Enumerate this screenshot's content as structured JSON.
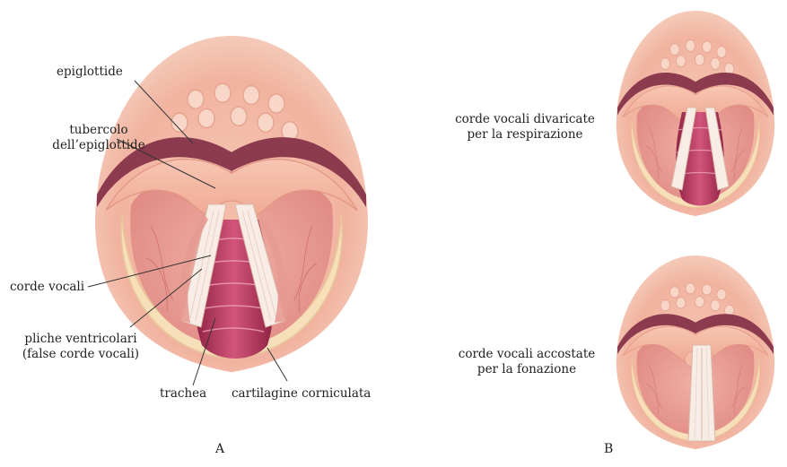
{
  "panel_a": {
    "letter": "A",
    "labels": {
      "epiglottide": "epiglottide",
      "tubercolo_line1": "tubercolo",
      "tubercolo_line2": "dell’epiglottide",
      "corde_vocali": "corde vocali",
      "pliche_line1": "pliche ventricolari",
      "pliche_line2": "(false corde vocali)",
      "trachea": "trachea",
      "cartilagine": "cartilagine corniculata"
    }
  },
  "panel_b": {
    "letter": "B",
    "top_line1": "corde vocali divaricate",
    "top_line2": "per la respirazione",
    "bottom_line1": "corde vocali accostate",
    "bottom_line2": "per la fonazione"
  },
  "colors": {
    "flesh": "#f2b9a6",
    "flesh_dark": "#d9827a",
    "mucosa_rim": "#8c3b4e",
    "trachea": "#b8385e",
    "cord": "#f8ede6",
    "cartilage": "#f6dfb9",
    "leader": "#333333"
  }
}
